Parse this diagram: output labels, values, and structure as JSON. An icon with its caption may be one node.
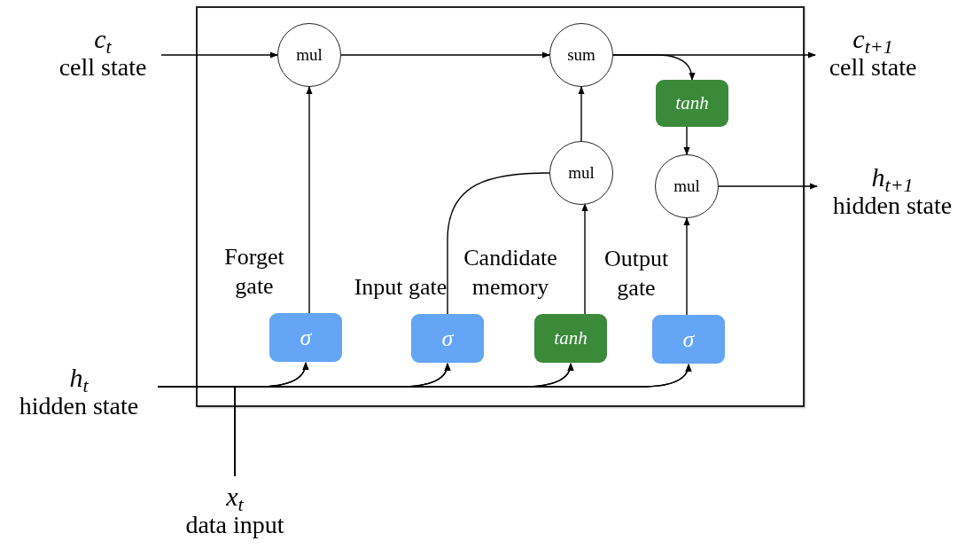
{
  "diagram": {
    "nodes": [
      {
        "text": [],
        "shape": "box"
      },
      {
        "text": [
          "c$_{t}$",
          "cell state"
        ]
      },
      {
        "text": [
          "mul"
        ],
        "in": 0
      },
      {
        "text": [
          "sum"
        ],
        "in": 0
      },
      {
        "text": [
          "c$_{t+1}$",
          "cell state"
        ]
      },
      {
        "text": [
          "tanh"
        ],
        "in": 0
      },
      {
        "text": [
          "mul"
        ],
        "in": 0
      },
      {
        "text": [
          "mul"
        ],
        "in": 0
      },
      {
        "text": [
          "h$_{t+1}$",
          "hidden state"
        ]
      },
      {
        "text": [
          "σ"
        ],
        "in": 0,
        "beside": [
          "Forget gate"
        ]
      },
      {
        "text": [
          "σ"
        ],
        "in": 0,
        "beside": [
          "Input gate"
        ]
      },
      {
        "text": [
          "tanh"
        ],
        "in": 0,
        "beside": [
          "Candidate memory"
        ]
      },
      {
        "text": [
          "σ"
        ],
        "in": 0,
        "beside": [
          "Output gate"
        ]
      },
      {
        "text": [
          "h$_{t}$",
          "hidden state"
        ]
      },
      {
        "text": [
          "x$_{t}$",
          "data input"
        ]
      }
    ],
    "edges": [
      {
        "from": 1,
        "to": 2,
        "arrow": "to"
      },
      {
        "from": 2,
        "to": 3,
        "arrow": "to"
      },
      {
        "from": 3,
        "to": 4,
        "arrow": "to"
      },
      {
        "from": 3,
        "to": 5,
        "arrow": "to"
      },
      {
        "from": 5,
        "to": 7,
        "arrow": "to"
      },
      {
        "from": 7,
        "to": 8,
        "arrow": "to"
      },
      {
        "from": 6,
        "to": 3,
        "arrow": "to"
      },
      {
        "from": 9,
        "to": 2,
        "arrow": "to"
      },
      {
        "from": 10,
        "to": 6,
        "arrow": "none"
      },
      {
        "from": 11,
        "to": 6,
        "arrow": "to"
      },
      {
        "from": 12,
        "to": 7,
        "arrow": "to"
      },
      {
        "from": 13,
        "to": 9,
        "arrow": "to"
      },
      {
        "from": 13,
        "to": 10,
        "arrow": "to"
      },
      {
        "from": 13,
        "to": 11,
        "arrow": "to"
      },
      {
        "from": 13,
        "to": 12,
        "arrow": "to"
      },
      {
        "from": 14,
        "to": 9,
        "arrow": "to"
      },
      {
        "from": 14,
        "to": 10,
        "arrow": "to"
      },
      {
        "from": 14,
        "to": 11,
        "arrow": "to"
      },
      {
        "from": 14,
        "to": 12,
        "arrow": "to"
      }
    ]
  }
}
